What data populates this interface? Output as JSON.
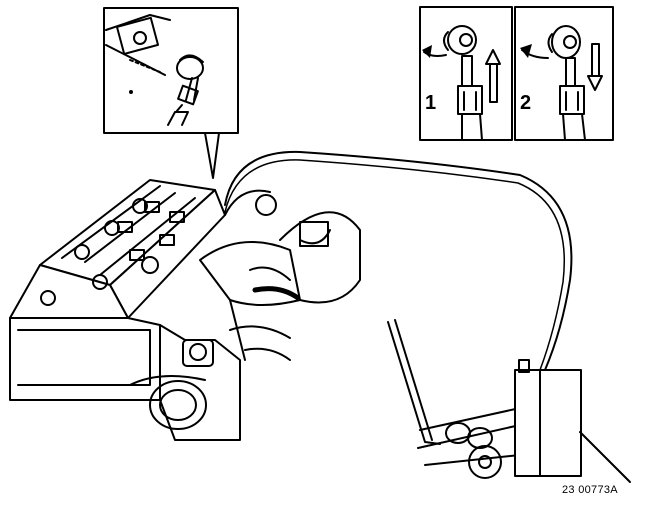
{
  "figure": {
    "reference_code": "23 00773A",
    "steps": [
      {
        "number": "1"
      },
      {
        "number": "2"
      }
    ]
  }
}
